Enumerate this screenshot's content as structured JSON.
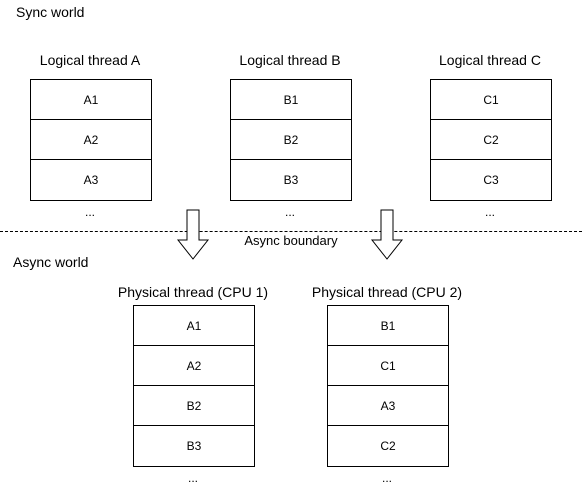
{
  "sync_label": "Sync world",
  "async_label": "Async world",
  "boundary_label": "Async boundary",
  "logical_threads": [
    {
      "title": "Logical thread A",
      "cells": [
        "A1",
        "A2",
        "A3"
      ],
      "more": "..."
    },
    {
      "title": "Logical thread B",
      "cells": [
        "B1",
        "B2",
        "B3"
      ],
      "more": "..."
    },
    {
      "title": "Logical thread C",
      "cells": [
        "C1",
        "C2",
        "C3"
      ],
      "more": "..."
    }
  ],
  "physical_threads": [
    {
      "title": "Physical thread (CPU 1)",
      "cells": [
        "A1",
        "A2",
        "B2",
        "B3"
      ],
      "more": "..."
    },
    {
      "title": "Physical thread (CPU 2)",
      "cells": [
        "B1",
        "C1",
        "A3",
        "C2"
      ],
      "more": "..."
    }
  ]
}
